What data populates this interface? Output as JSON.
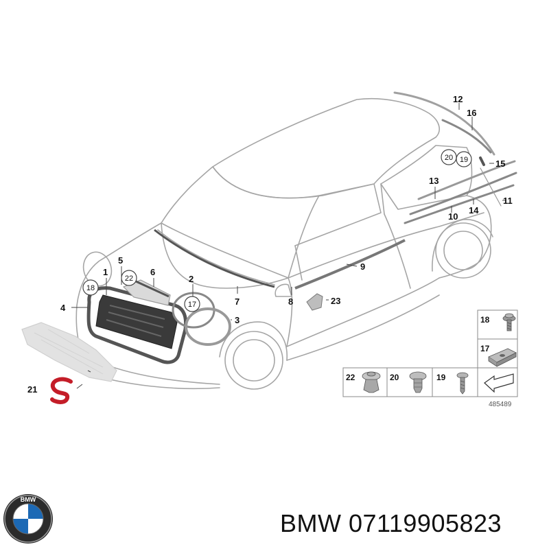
{
  "diagram": {
    "callouts": [
      {
        "id": "1",
        "circled": false
      },
      {
        "id": "2",
        "circled": false
      },
      {
        "id": "3",
        "circled": false
      },
      {
        "id": "4",
        "circled": false
      },
      {
        "id": "5",
        "circled": false
      },
      {
        "id": "6",
        "circled": false
      },
      {
        "id": "7",
        "circled": false
      },
      {
        "id": "8",
        "circled": false
      },
      {
        "id": "9",
        "circled": false
      },
      {
        "id": "10",
        "circled": false
      },
      {
        "id": "11",
        "circled": false
      },
      {
        "id": "12",
        "circled": false
      },
      {
        "id": "13",
        "circled": false
      },
      {
        "id": "14",
        "circled": false
      },
      {
        "id": "15",
        "circled": false
      },
      {
        "id": "16",
        "circled": false
      },
      {
        "id": "17",
        "circled": true
      },
      {
        "id": "18",
        "circled": true
      },
      {
        "id": "19",
        "circled": true
      },
      {
        "id": "20",
        "circled": true
      },
      {
        "id": "21",
        "circled": false
      },
      {
        "id": "22",
        "circled": true
      },
      {
        "id": "23",
        "circled": false
      }
    ],
    "parts_legend": [
      {
        "id": "18",
        "icon": "screw-washer-icon"
      },
      {
        "id": "17",
        "icon": "clip-nut-icon"
      },
      {
        "id": "22",
        "icon": "expanding-rivet-icon"
      },
      {
        "id": "20",
        "icon": "push-rivet-icon"
      },
      {
        "id": "19",
        "icon": "screw-icon"
      },
      {
        "id": "",
        "icon": "direction-arrow-icon"
      }
    ],
    "drawing_number": "485489"
  },
  "footer": {
    "brand_logo": "bmw-roundel-logo",
    "brand_logo_text": "BMW",
    "brand": "BMW",
    "part_number": "07119905823"
  },
  "colors": {
    "line": "#9a9a9a",
    "trim": "#777777",
    "accent_red": "#d4202a",
    "bmw_blue": "#1c69b5",
    "text": "#111111"
  }
}
